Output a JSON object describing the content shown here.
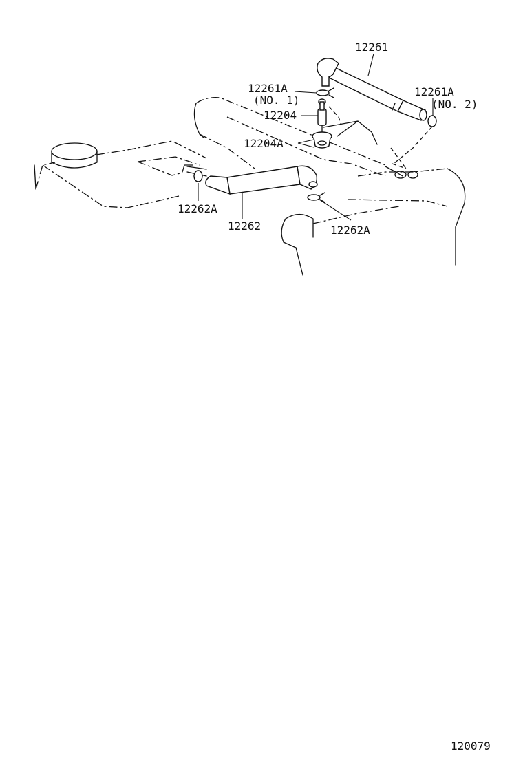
{
  "labels": {
    "p12261": "12261",
    "p12261a_1": "12261A",
    "no1": "(NO. 1)",
    "p12261a_2": "12261A",
    "no2": "(NO. 2)",
    "p12204": "12204",
    "p12204a": "12204A",
    "p12262a_left": "12262A",
    "p12262": "12262",
    "p12262a_right": "12262A",
    "figure_number": "120079"
  }
}
